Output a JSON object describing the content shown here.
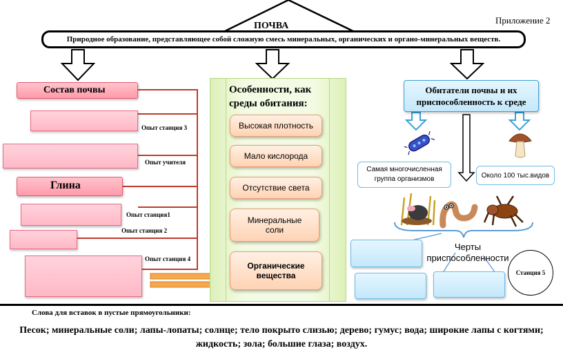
{
  "appendix": "Приложение 2",
  "title": "ПОЧВА",
  "definition": "Природное образование, представляющее собой сложную смесь минеральных, органических и органо-минеральных веществ.",
  "left": {
    "header": "Состав почвы",
    "clay": "Глина",
    "labels": [
      "Опыт станция 3",
      "Опыт учителя",
      "Опыт станция1",
      "Опыт станция 2",
      "Опыт станция 4"
    ]
  },
  "middle": {
    "header": "Особенности, как среды обитания:",
    "items": [
      "Высокая плотность",
      "Мало кислорода",
      "Отсутствие света",
      "Минеральные соли",
      "Органические вещества"
    ]
  },
  "right": {
    "header": "Обитатели почвы и их приспособленность к среде",
    "bacteria_caption": "Самая многочисленная группа организмов",
    "fungi_caption": "Около 100 тыс.видов",
    "adapt_label": "Черты приспособленности",
    "station": "Станция 5"
  },
  "footer": {
    "intro": "Слова для вставок в пустые прямоугольники:",
    "words": "Песок; минеральные соли; лапы-лопаты; солнце; тело покрыто слизью; дерево; гумус; вода; широкие лапы с когтями; жидкость; зола; большие глаза; воздух."
  },
  "colors": {
    "red_line": "#c0392b",
    "pink_fill": "#ffc4cd",
    "green_panel": "#eef8d8",
    "peach": "#ffd3b4",
    "blue": "#c4e8fb"
  }
}
